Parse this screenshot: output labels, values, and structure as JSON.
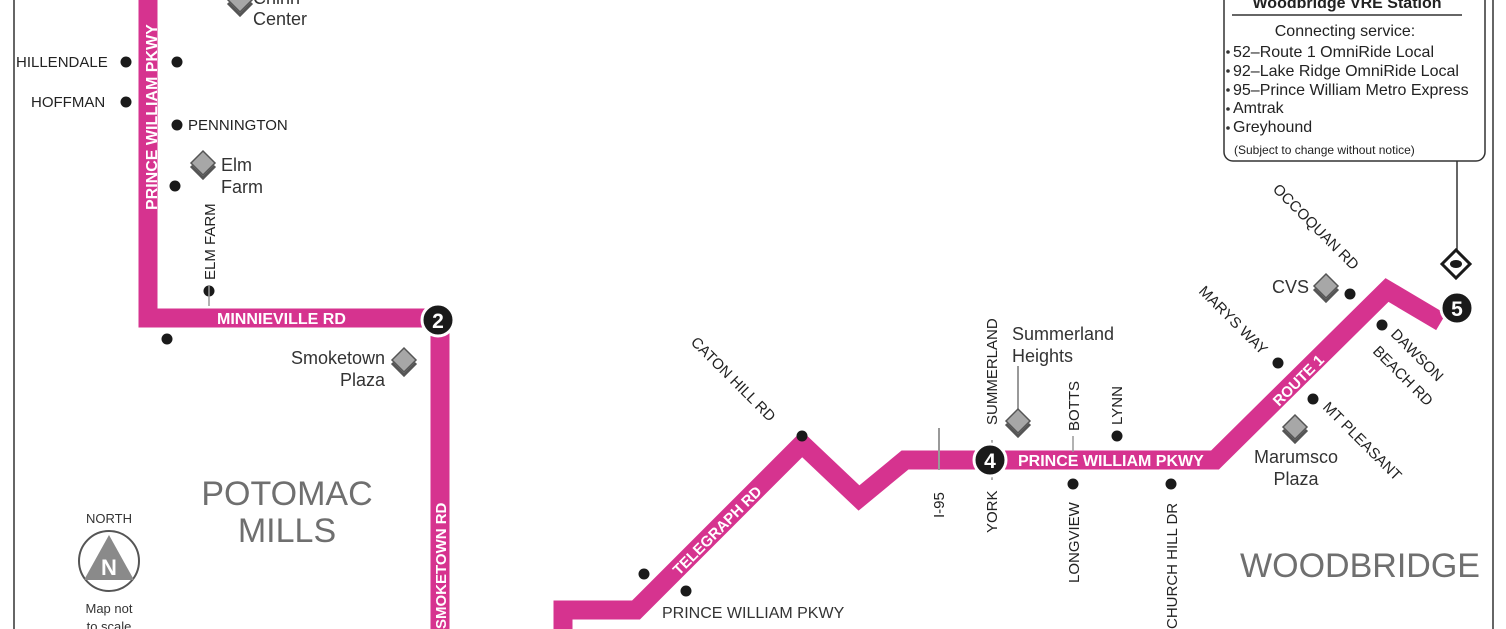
{
  "colors": {
    "route": "#d6338f",
    "marker": "#1a1a1a",
    "area": "#6f6f6f",
    "poi_fill": "#a7a7a7"
  },
  "areas": {
    "potomac_line1": "POTOMAC",
    "potomac_line2": "MILLS",
    "woodbridge": "WOODBRIDGE"
  },
  "route_labels": {
    "pwp_vertical": "PRINCE WILLIAM PKWY",
    "minnieville": "MINNIEVILLE RD",
    "smoketown": "SMOKETOWN RD",
    "telegraph": "TELEGRAPH RD",
    "pwp_east": "PRINCE WILLIAM PKWY",
    "route1": "ROUTE 1"
  },
  "stops": {
    "hillendale": "HILLENDALE",
    "hoffman": "HOFFMAN",
    "pennington": "PENNINGTON",
    "elm_farm_rd": "ELM FARM",
    "caton_hill": "CATON HILL RD",
    "pwp_south": "PRINCE WILLIAM PKWY",
    "i95": "I-95",
    "york": "YORK",
    "summerland": "SUMMERLAND",
    "botts": "BOTTS",
    "lynn": "LYNN",
    "longview": "LONGVIEW",
    "church_hill": "CHURCH HILL DR",
    "marys_way": "MARYS WAY",
    "occoquan": "OCCOQUAN RD",
    "dawson_1": "DAWSON",
    "dawson_2": "BEACH RD",
    "mt_pleasant": "MT PLEASANT"
  },
  "landmarks": {
    "chinn_1": "Chinn",
    "chinn_2": "Center",
    "elm_farm_1": "Elm",
    "elm_farm_2": "Farm",
    "smoketown_1": "Smoketown",
    "smoketown_2": "Plaza",
    "summerland_1": "Summerland",
    "summerland_2": "Heights",
    "marumsco_1": "Marumsco",
    "marumsco_2": "Plaza",
    "cvs": "CVS"
  },
  "timepoints": {
    "tp2": "2",
    "tp4": "4",
    "tp5": "5"
  },
  "info_box": {
    "title": "Woodbridge VRE Station",
    "subtitle": "Connecting service:",
    "services": [
      "52–Route 1 OmniRide Local",
      "92–Lake Ridge OmniRide Local",
      "95–Prince William Metro Express",
      "Amtrak",
      "Greyhound"
    ],
    "note": "(Subject to change without notice)"
  },
  "compass": {
    "label": "NORTH",
    "letter": "N",
    "scale_1": "Map not",
    "scale_2": "to scale"
  }
}
